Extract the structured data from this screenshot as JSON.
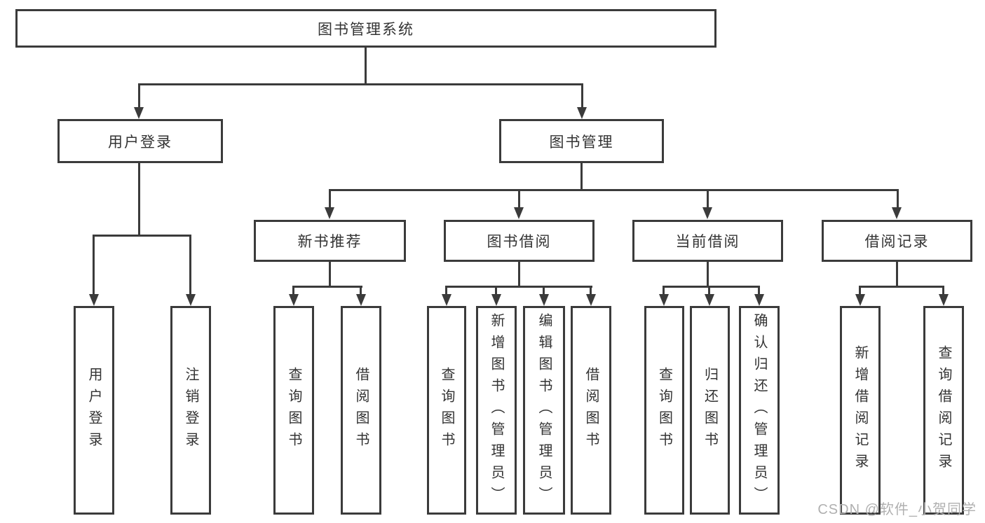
{
  "diagram": {
    "root": {
      "label": "图书管理系统"
    },
    "level2": [
      {
        "label": "用户登录"
      },
      {
        "label": "图书管理"
      }
    ],
    "level3": [
      {
        "label": "新书推荐"
      },
      {
        "label": "图书借阅"
      },
      {
        "label": "当前借阅"
      },
      {
        "label": "借阅记录"
      }
    ],
    "leaves": {
      "user_login": [
        {
          "label": "用户登录"
        },
        {
          "label": "注销登录"
        }
      ],
      "new_book_recommend": [
        {
          "label": "查询图书"
        },
        {
          "label": "借阅图书"
        }
      ],
      "book_borrowing": [
        {
          "label": "查询图书"
        },
        {
          "label": "新增图书（管理员）"
        },
        {
          "label": "编辑图书（管理员）"
        },
        {
          "label": "借阅图书"
        }
      ],
      "current_borrowing": [
        {
          "label": "查询图书"
        },
        {
          "label": "归还图书"
        },
        {
          "label": "确认归还（管理员）"
        }
      ],
      "borrowing_records": [
        {
          "label": "新增借阅记录"
        },
        {
          "label": "查询借阅记录"
        }
      ]
    },
    "watermark": "CSDN @软件_小贺同学",
    "colors": {
      "line": "#3b3b3b",
      "text": "#333333",
      "watermark": "#b0b0b0",
      "background": "#ffffff"
    }
  }
}
